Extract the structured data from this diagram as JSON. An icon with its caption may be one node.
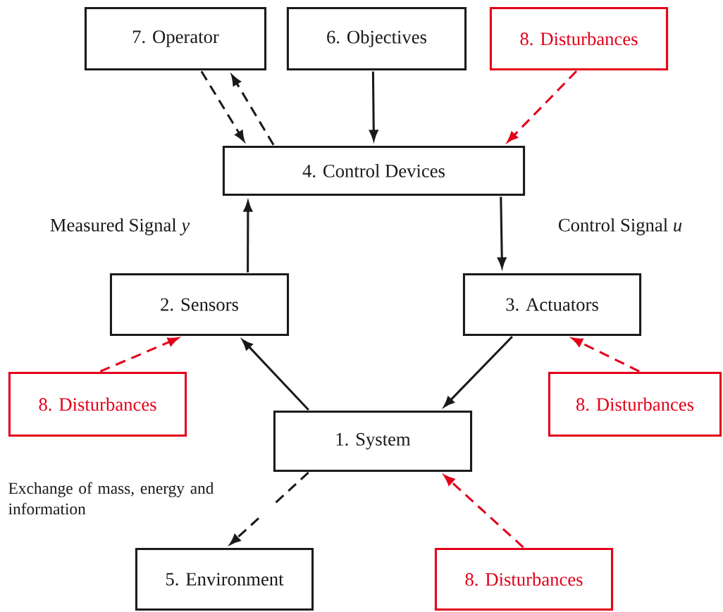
{
  "diagram": {
    "nodes": [
      {
        "text": [
          "7. Operator"
        ]
      },
      {
        "text": [
          "6. Objectives"
        ]
      },
      {
        "text": [
          "8. Disturbances"
        ]
      },
      {
        "text": [
          "4. Control Devices"
        ]
      },
      {
        "text": [
          "2. Sensors"
        ]
      },
      {
        "text": [
          "3. Actuators"
        ]
      },
      {
        "text": [
          "8. Disturbances"
        ]
      },
      {
        "text": [
          "8. Disturbances"
        ]
      },
      {
        "text": [
          "1. System"
        ]
      },
      {
        "text": [
          "5. Environment"
        ]
      },
      {
        "text": [
          "8. Disturbances"
        ]
      }
    ],
    "edges": [
      {
        "from": 0,
        "to": 3,
        "arrow": "to",
        "style": "dashed"
      },
      {
        "from": 3,
        "to": 0,
        "arrow": "to",
        "style": "dashed"
      },
      {
        "from": 1,
        "to": 3,
        "arrow": "to"
      },
      {
        "from": 2,
        "to": 3,
        "arrow": "to",
        "style": "dashed",
        "color": "#e2001a"
      },
      {
        "from": 4,
        "to": 3,
        "arrow": "to",
        "label": "Measured Signal *y*"
      },
      {
        "from": 3,
        "to": 5,
        "arrow": "to",
        "label": "Control Signal *u*"
      },
      {
        "from": 8,
        "to": 4,
        "arrow": "to"
      },
      {
        "from": 5,
        "to": 8,
        "arrow": "to"
      },
      {
        "from": 6,
        "to": 4,
        "arrow": "to",
        "style": "dashed",
        "color": "#e2001a"
      },
      {
        "from": 7,
        "to": 5,
        "arrow": "to",
        "style": "dashed",
        "color": "#e2001a"
      },
      {
        "from": 8,
        "to": 9,
        "arrow": "to",
        "style": "dashed",
        "label": "Exchange of mass, energy and information"
      },
      {
        "from": 10,
        "to": 8,
        "arrow": "to",
        "style": "dashed",
        "color": "#e2001a"
      }
    ]
  }
}
